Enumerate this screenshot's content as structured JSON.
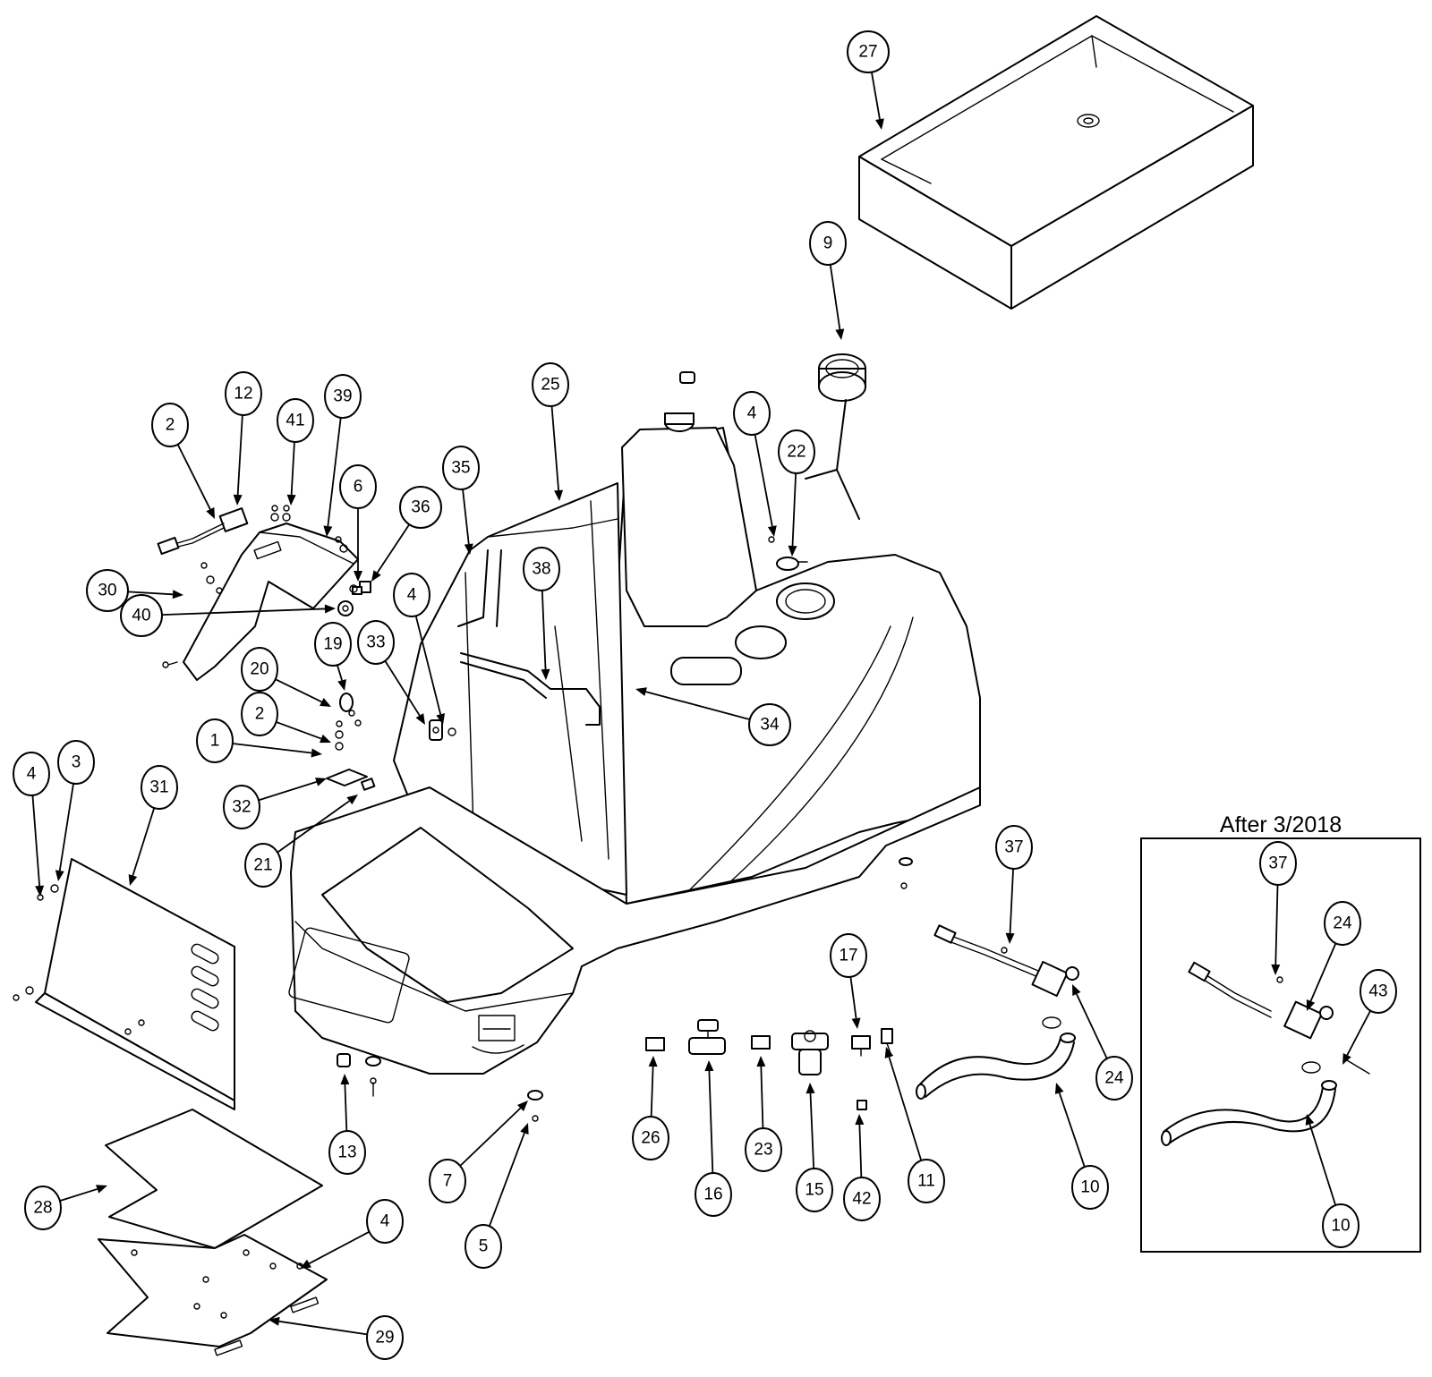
{
  "inset": {
    "title": "After 3/2018"
  },
  "callouts": [
    {
      "id": "c27",
      "label": "27"
    },
    {
      "id": "c9",
      "label": "9"
    },
    {
      "id": "c25",
      "label": "25"
    },
    {
      "id": "c4a",
      "label": "4"
    },
    {
      "id": "c22",
      "label": "22"
    },
    {
      "id": "c12",
      "label": "12"
    },
    {
      "id": "c2a",
      "label": "2"
    },
    {
      "id": "c41",
      "label": "41"
    },
    {
      "id": "c39",
      "label": "39"
    },
    {
      "id": "c6",
      "label": "6"
    },
    {
      "id": "c36",
      "label": "36"
    },
    {
      "id": "c35",
      "label": "35"
    },
    {
      "id": "c30",
      "label": "30"
    },
    {
      "id": "c40",
      "label": "40"
    },
    {
      "id": "c38",
      "label": "38"
    },
    {
      "id": "c4b",
      "label": "4"
    },
    {
      "id": "c19",
      "label": "19"
    },
    {
      "id": "c33",
      "label": "33"
    },
    {
      "id": "c34",
      "label": "34"
    },
    {
      "id": "c20",
      "label": "20"
    },
    {
      "id": "c2b",
      "label": "2"
    },
    {
      "id": "c1",
      "label": "1"
    },
    {
      "id": "c3",
      "label": "3"
    },
    {
      "id": "c4c",
      "label": "4"
    },
    {
      "id": "c31",
      "label": "31"
    },
    {
      "id": "c32",
      "label": "32"
    },
    {
      "id": "c21",
      "label": "21"
    },
    {
      "id": "c37a",
      "label": "37"
    },
    {
      "id": "c17",
      "label": "17"
    },
    {
      "id": "c24a",
      "label": "24"
    },
    {
      "id": "c26",
      "label": "26"
    },
    {
      "id": "c16",
      "label": "16"
    },
    {
      "id": "c23",
      "label": "23"
    },
    {
      "id": "c15",
      "label": "15"
    },
    {
      "id": "c42",
      "label": "42"
    },
    {
      "id": "c11",
      "label": "11"
    },
    {
      "id": "c10a",
      "label": "10"
    },
    {
      "id": "c13",
      "label": "13"
    },
    {
      "id": "c7",
      "label": "7"
    },
    {
      "id": "c5",
      "label": "5"
    },
    {
      "id": "c28",
      "label": "28"
    },
    {
      "id": "c4d",
      "label": "4"
    },
    {
      "id": "c29",
      "label": "29"
    },
    {
      "id": "c37b",
      "label": "37"
    },
    {
      "id": "c24b",
      "label": "24"
    },
    {
      "id": "c43",
      "label": "43"
    },
    {
      "id": "c10b",
      "label": "10"
    }
  ]
}
